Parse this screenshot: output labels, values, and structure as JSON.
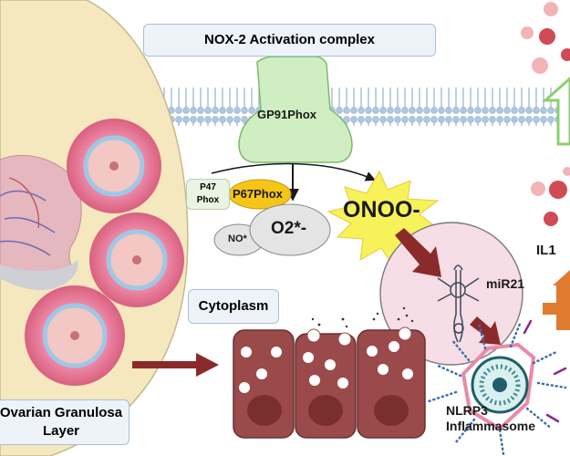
{
  "labels": {
    "nox2_complex": "NOX-2 Activation complex",
    "gp91phox": "GP91Phox",
    "p47_line1": "P47",
    "p47_line2": "Phox",
    "p67phox": "P67Phox",
    "no": "NO*",
    "o2": "O2*-",
    "onoo": "ONOO-",
    "mir21": "miR21",
    "il1": "IL1",
    "cytoplasm": "Cytoplasm",
    "ovarian_line1": "Ovarian Granulosa",
    "ovarian_line2": "Layer",
    "nlrp3_line1": "NLRP3",
    "nlrp3_line2": "Inflammasome"
  },
  "colors": {
    "membrane": "#aec8e4",
    "gp91phox": "#cfeec2",
    "p67phox": "#f5c518",
    "onoo_burst": "#f8f25a",
    "ovary": "#f6e8be",
    "follicle": "#e98aa8",
    "oocyte": "#f3c7c3",
    "cell": "#9a4a4a",
    "arrow_dark_red": "#8b2a2a",
    "arrow_orange": "#e07a2e",
    "arrow_green": "#a8dd8a",
    "mir_circle": "#f7dde5",
    "rbc": "#d04b55"
  },
  "icons": [
    "granulosa-follicle-icon",
    "rna-hairpin-icon",
    "inflammasome-icon",
    "cell-secretion-icon",
    "red-blood-cell-icon"
  ]
}
